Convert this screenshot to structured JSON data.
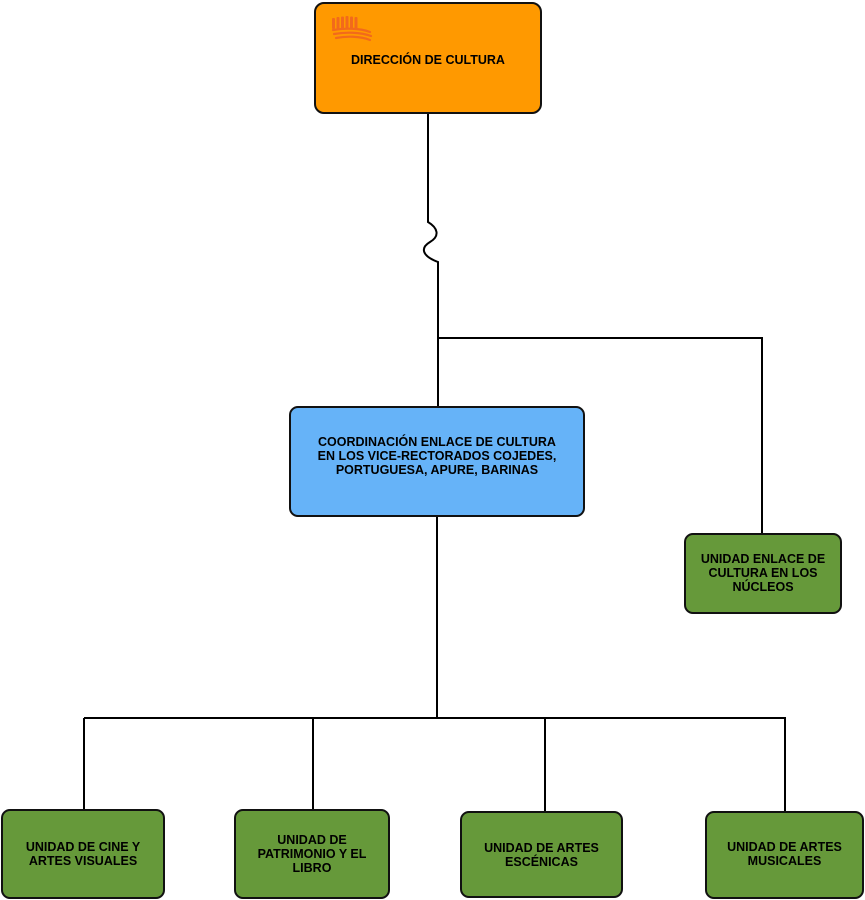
{
  "colors": {
    "direccion_fill": "#FF9900",
    "coordinacion_fill": "#66B3F8",
    "unidad_fill": "#66993A",
    "logo_color": "#F26A1B",
    "line_color": "#000000"
  },
  "icons": {
    "logo": "institution-logo-icon"
  },
  "diagram": {
    "direccion": {
      "label": "DIRECCIÓN DE CULTURA"
    },
    "coordinacion": {
      "label": "COORDINACIÓN  ENLACE DE CULTURA\nEN LOS VICE-RECTORADOS COJEDES,\nPORTUGUESA, APURE, BARINAS"
    },
    "nucleos": {
      "label": "UNIDAD ENLACE DE\nCULTURA EN LOS\nNÚCLEOS"
    },
    "cine": {
      "label": "UNIDAD DE CINE Y\nARTES VISUALES"
    },
    "patrimonio": {
      "label": "UNIDAD DE\nPATRIMONIO Y EL\nLIBRO"
    },
    "escenicas": {
      "label": "UNIDAD DE ARTES\nESCÉNICAS"
    },
    "musicales": {
      "label": "UNIDAD DE ARTES\nMUSICALES"
    }
  }
}
